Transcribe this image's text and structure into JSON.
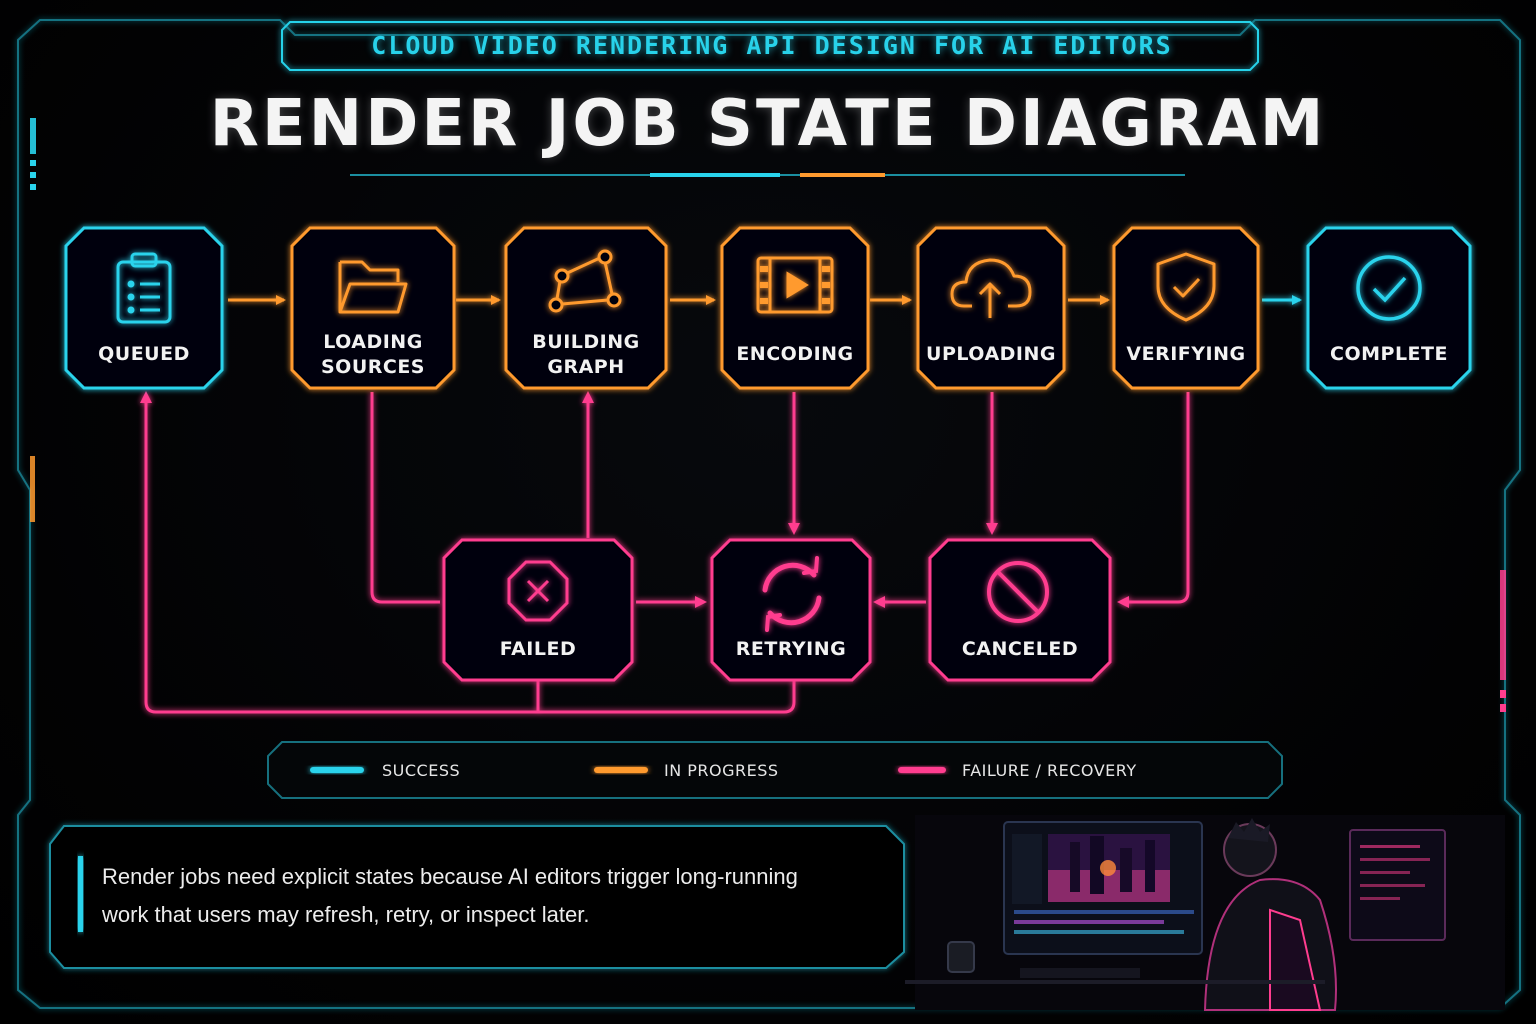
{
  "header": {
    "subtitle": "CLOUD VIDEO RENDERING API DESIGN FOR AI EDITORS",
    "title": "RENDER JOB STATE DIAGRAM"
  },
  "colors": {
    "success": "#29d3ec",
    "in_progress": "#ff9a2e",
    "failure": "#ff3d8f"
  },
  "states": {
    "queued": {
      "label": "QUEUED",
      "icon": "clipboard-list-icon",
      "category": "success"
    },
    "loading_sources": {
      "label_line1": "LOADING",
      "label_line2": "SOURCES",
      "icon": "folder-icon",
      "category": "in_progress"
    },
    "building_graph": {
      "label_line1": "BUILDING",
      "label_line2": "GRAPH",
      "icon": "node-graph-icon",
      "category": "in_progress"
    },
    "encoding": {
      "label": "ENCODING",
      "icon": "film-play-icon",
      "category": "in_progress"
    },
    "uploading": {
      "label": "UPLOADING",
      "icon": "cloud-upload-icon",
      "category": "in_progress"
    },
    "verifying": {
      "label": "VERIFYING",
      "icon": "shield-check-icon",
      "category": "in_progress"
    },
    "complete": {
      "label": "COMPLETE",
      "icon": "check-circle-icon",
      "category": "success"
    },
    "failed": {
      "label": "FAILED",
      "icon": "stop-x-icon",
      "category": "failure"
    },
    "retrying": {
      "label": "RETRYING",
      "icon": "refresh-icon",
      "category": "failure"
    },
    "canceled": {
      "label": "CANCELED",
      "icon": "prohibited-icon",
      "category": "failure"
    }
  },
  "transitions": [
    {
      "from": "queued",
      "to": "loading_sources"
    },
    {
      "from": "loading_sources",
      "to": "building_graph"
    },
    {
      "from": "building_graph",
      "to": "encoding"
    },
    {
      "from": "encoding",
      "to": "uploading"
    },
    {
      "from": "uploading",
      "to": "verifying"
    },
    {
      "from": "verifying",
      "to": "complete"
    },
    {
      "from": "loading_sources",
      "to": "failed"
    },
    {
      "from": "failed",
      "to": "building_graph"
    },
    {
      "from": "failed",
      "to": "retrying"
    },
    {
      "from": "encoding",
      "to": "retrying"
    },
    {
      "from": "uploading",
      "to": "canceled"
    },
    {
      "from": "verifying",
      "to": "canceled"
    },
    {
      "from": "canceled",
      "to": "retrying"
    },
    {
      "from": "retrying",
      "to": "queued"
    },
    {
      "from": "failed",
      "to": "queued"
    }
  ],
  "legend": [
    {
      "label": "SUCCESS",
      "color": "#29d3ec"
    },
    {
      "label": "IN PROGRESS",
      "color": "#ff9a2e"
    },
    {
      "label": "FAILURE / RECOVERY",
      "color": "#ff3d8f"
    }
  ],
  "note": {
    "line1": "Render jobs need explicit states because AI editors trigger long-running",
    "line2": "work that users may refresh, retry, or inspect later."
  }
}
